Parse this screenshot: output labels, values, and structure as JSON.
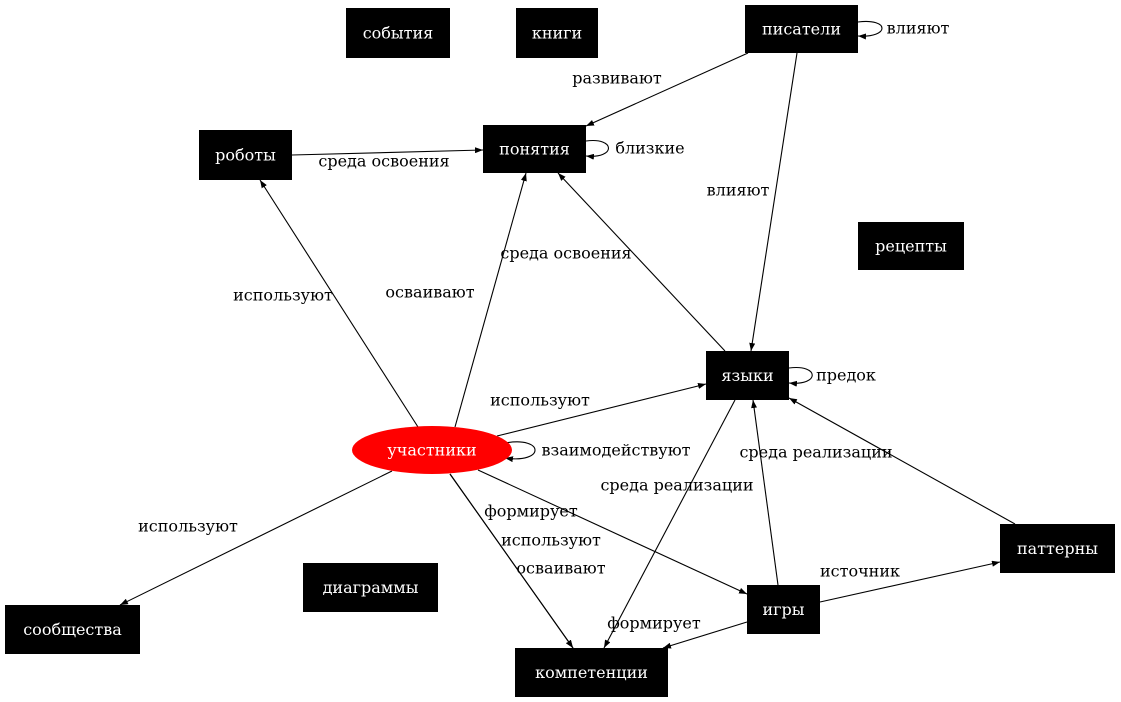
{
  "colors": {
    "node_fill": "#000000",
    "highlight_fill": "#ff0000",
    "node_text": "#ffffff",
    "edge": "#000000"
  },
  "nodes": [
    {
      "id": "events",
      "label": "события",
      "shape": "box"
    },
    {
      "id": "books",
      "label": "книги",
      "shape": "box"
    },
    {
      "id": "writers",
      "label": "писатели",
      "shape": "box"
    },
    {
      "id": "robots",
      "label": "роботы",
      "shape": "box"
    },
    {
      "id": "concepts",
      "label": "понятия",
      "shape": "box"
    },
    {
      "id": "recipes",
      "label": "рецепты",
      "shape": "box"
    },
    {
      "id": "languages",
      "label": "языки",
      "shape": "box"
    },
    {
      "id": "participants",
      "label": "участники",
      "shape": "ellipse"
    },
    {
      "id": "patterns",
      "label": "паттерны",
      "shape": "box"
    },
    {
      "id": "diagrams",
      "label": "диаграммы",
      "shape": "box"
    },
    {
      "id": "communities",
      "label": "сообщества",
      "shape": "box"
    },
    {
      "id": "games",
      "label": "игры",
      "shape": "box"
    },
    {
      "id": "competences",
      "label": "компетенции",
      "shape": "box"
    }
  ],
  "edges": [
    {
      "from": "writers",
      "to": "concepts",
      "label": "развивают"
    },
    {
      "from": "writers",
      "to": "writers",
      "label": "влияют"
    },
    {
      "from": "writers",
      "to": "languages",
      "label": "влияют"
    },
    {
      "from": "robots",
      "to": "concepts",
      "label": "среда освоения"
    },
    {
      "from": "concepts",
      "to": "concepts",
      "label": "близкие"
    },
    {
      "from": "languages",
      "to": "concepts",
      "label": "среда освоения"
    },
    {
      "from": "participants",
      "to": "robots",
      "label": "используют"
    },
    {
      "from": "participants",
      "to": "concepts",
      "label": "осваивают"
    },
    {
      "from": "participants",
      "to": "languages",
      "label": "используют"
    },
    {
      "from": "participants",
      "to": "participants",
      "label": "взаимодействуют"
    },
    {
      "from": "languages",
      "to": "languages",
      "label": "предок"
    },
    {
      "from": "participants",
      "to": "communities",
      "label": "используют"
    },
    {
      "from": "participants",
      "to": "competences",
      "label": "используют"
    },
    {
      "from": "participants",
      "to": "competences",
      "label": "осваивают"
    },
    {
      "from": "participants",
      "to": "games",
      "label": "формирует"
    },
    {
      "from": "languages",
      "to": "competences",
      "label": "среда реализации"
    },
    {
      "from": "games",
      "to": "languages",
      "label": "среда реализации"
    },
    {
      "from": "patterns",
      "to": "languages",
      "label": ""
    },
    {
      "from": "games",
      "to": "patterns",
      "label": "источник"
    },
    {
      "from": "games",
      "to": "competences",
      "label": "формирует"
    }
  ]
}
